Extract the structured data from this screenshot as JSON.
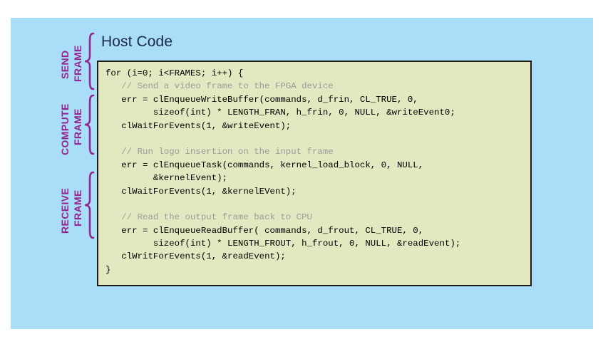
{
  "slide": {
    "background_color": "#a9ddf8",
    "title": "Host Code"
  },
  "code_block": {
    "background_color": "#e2e9c0",
    "border_color": "#1c1c1c",
    "text_color": "#000000",
    "comment_color": "#9b9b9b",
    "language": "c",
    "lines": [
      {
        "text": "for (i=0; i<FRAMES; i++) {",
        "type": "code"
      },
      {
        "text": "   // Send a video frame to the FPGA device",
        "type": "comment"
      },
      {
        "text": "   err = clEnqueueWriteBuffer(commands, d_frin, CL_TRUE, 0,",
        "type": "code"
      },
      {
        "text": "         sizeof(int) * LENGTH_FRAN, h_frin, 0, NULL, &writeEvent0;",
        "type": "code"
      },
      {
        "text": "   clWaitForEvents(1, &writeEvent);",
        "type": "code"
      },
      {
        "text": "",
        "type": "blank"
      },
      {
        "text": "   // Run logo insertion on the input frame",
        "type": "comment"
      },
      {
        "text": "   err = clEnqueueTask(commands, kernel_load_block, 0, NULL,",
        "type": "code"
      },
      {
        "text": "         &kernelEvent);",
        "type": "code"
      },
      {
        "text": "   clWaitForEvents(1, &kernelEVent);",
        "type": "code"
      },
      {
        "text": "",
        "type": "blank"
      },
      {
        "text": "   // Read the output frame back to CPU",
        "type": "comment"
      },
      {
        "text": "   err = clEnqueueReadBuffer( commands, d_frout, CL_TRUE, 0,",
        "type": "code"
      },
      {
        "text": "         sizeof(int) * LENGTH_FROUT, h_frout, 0, NULL, &readEvent);",
        "type": "code"
      },
      {
        "text": "   clWritForEvents(1, &readEvent);",
        "type": "code"
      },
      {
        "text": "}",
        "type": "code"
      }
    ]
  },
  "annotations": {
    "color": "#93268f",
    "items": [
      {
        "line1": "SEND",
        "line2": "FRAME"
      },
      {
        "line1": "COMPUTE",
        "line2": "FRAME"
      },
      {
        "line1": "RECEIVE",
        "line2": "FRAME"
      }
    ]
  }
}
